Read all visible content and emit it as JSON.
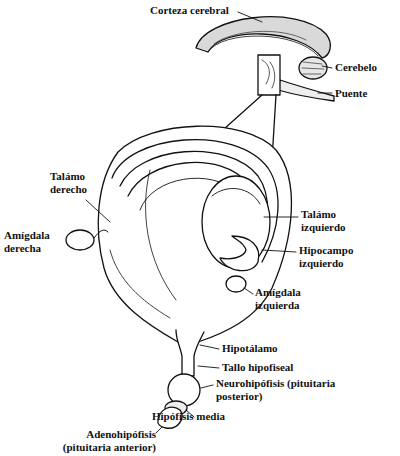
{
  "diagram": {
    "labels": [
      "Corteza cerebral",
      "Cerebelo",
      "Puente",
      "Talámo derecho",
      "Amígdala derecha",
      "Talámo izquierdo",
      "Hipocampo izquierdo",
      "Amígdala izquierda",
      "Hipotálamo",
      "Tallo hipofiseal",
      "Neurohipófisis (pituitaria posterior)",
      "Hipófisis media",
      "Adenohipófisis (pituitaria anterior)"
    ]
  }
}
